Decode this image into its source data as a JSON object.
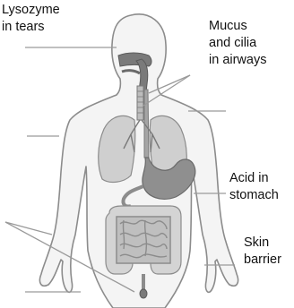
{
  "labels": {
    "lysozyme": [
      "Lysozyme",
      "in tears"
    ],
    "mucus": [
      "Mucus",
      "and cilia",
      "in airways"
    ],
    "acid": [
      "Acid in",
      "stomach"
    ],
    "skin": [
      "Skin",
      "barrier"
    ]
  },
  "colors": {
    "body_outline": "#8c8c8c",
    "body_fill": "#f4f4f4",
    "organ_fill": "#cfcfcf",
    "organ_dark": "#7a7a7a",
    "leader_line": "#9a9a9a",
    "text": "#111111"
  }
}
